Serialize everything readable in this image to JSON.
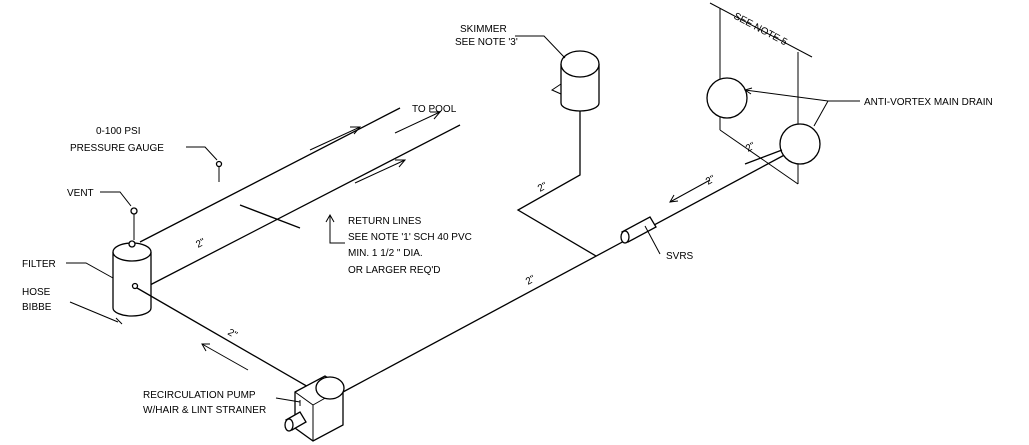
{
  "labels": {
    "skimmer_1": "SKIMMER",
    "skimmer_2": "SEE NOTE '3'",
    "see_note_5": "SEE NOTE 5",
    "anti_vortex": "ANTI-VORTEX MAIN DRAIN",
    "to_pool": "TO POOL",
    "gauge_1": "0-100 PSI",
    "gauge_2": "PRESSURE GAUGE",
    "vent": "VENT",
    "filter": "FILTER",
    "hose_1": "HOSE",
    "hose_2": "BIBBE",
    "return_1": "RETURN LINES",
    "return_2": "SEE NOTE '1' SCH 40 PVC",
    "return_3": "MIN. 1 1/2  \" DIA.",
    "return_4": "OR LARGER REQ'D",
    "svrs": "SVRS",
    "pump_1": "RECIRCULATION PUMP",
    "pump_2": "W/HAIR & LINT STRAINER",
    "dim_filter_pipe": "2\"",
    "dim_pump_filter": "2\"",
    "dim_main_line": "2\"",
    "dim_skimmer_line": "2\"",
    "dim_drain_line_a": "2\"",
    "dim_drain_line_b": "2\""
  }
}
